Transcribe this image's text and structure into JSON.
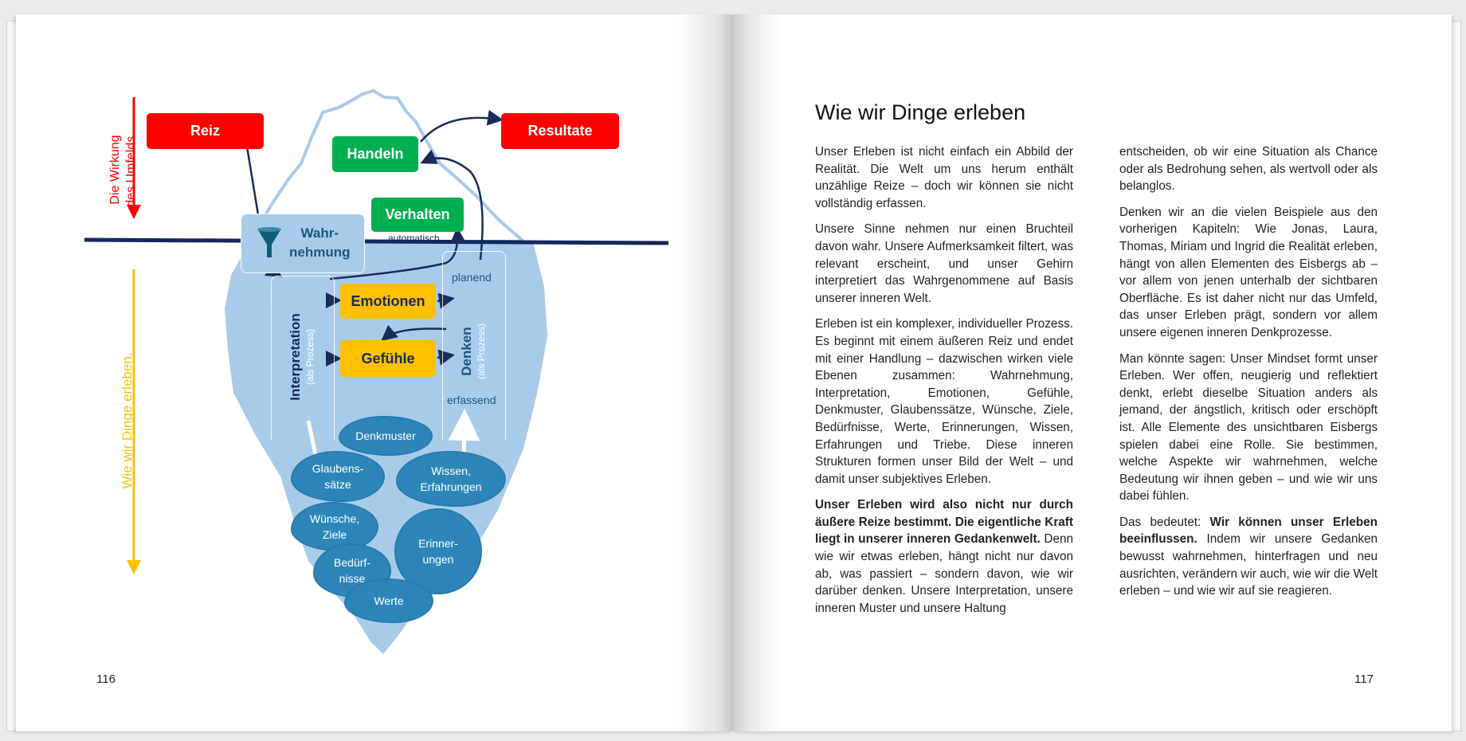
{
  "left_page": {
    "page_number": "116",
    "diagram": {
      "side_label_top": [
        "Die Wirkung",
        "des Umfelds."
      ],
      "side_label_bottom": "Wie wir Dinge erleben.",
      "reiz": "Reiz",
      "resultate": "Resultate",
      "handeln": "Handeln",
      "verhalten": "Verhalten",
      "automatisch": "automatisch",
      "wahrnehmung": [
        "Wahr-",
        "nehmung"
      ],
      "interpretation": "Interpretation",
      "interpretation_sub": "(als Prozess)",
      "emotionen": "Emotionen",
      "gefuehle": "Gefühle",
      "denken": "Denken",
      "denken_sub": "(als Prozess)",
      "planend": "planend",
      "erfassend": "erfassend",
      "clouds": {
        "denkmuster": "Denkmuster",
        "glaubenssaetze": [
          "Glaubens-",
          "sätze"
        ],
        "wissen": [
          "Wissen,",
          "Erfahrungen"
        ],
        "wuensche": [
          "Wünsche,",
          "Ziele"
        ],
        "erinnerungen": [
          "Erinner-",
          "ungen"
        ],
        "beduerfnisse": [
          "Bedürf-",
          "nisse"
        ],
        "werte": "Werte"
      },
      "colors": {
        "red": "#ff0000",
        "green": "#00b050",
        "yellow": "#ffc000",
        "navy": "#1a2a5a",
        "ice": "#a9cbea",
        "cloud": "#2e86b8"
      }
    }
  },
  "right_page": {
    "page_number": "117",
    "title": "Wie wir Dinge erleben",
    "col1": {
      "p1": "Unser Erleben ist nicht einfach ein Abbild der Realität. Die Welt um uns herum enthält unzählige Reize – doch wir können sie nicht vollständig erfassen.",
      "p2": "Unsere Sinne nehmen nur einen Bruchteil davon wahr. Unsere Aufmerksamkeit filtert, was relevant erscheint, und unser Gehirn interpretiert das Wahrgenommene auf Basis unserer inneren Welt.",
      "p3": "Erleben ist ein komplexer, individueller Prozess. Es beginnt mit einem äußeren Reiz und endet mit einer Handlung – dazwischen wirken viele Ebenen zusammen: Wahrnehmung, Interpretation, Emotionen, Gefühle, Denkmuster, Glaubenssätze, Wünsche, Ziele, Bedürfnisse, Werte, Erinnerungen, Wissen, Erfahrungen und Triebe. Diese inneren Strukturen formen unser Bild der Welt – und damit unser subjektives Erleben.",
      "p4_bold": "Unser Erleben wird also nicht nur durch äußere Reize bestimmt. Die eigentliche Kraft liegt in unserer inneren Gedankenwelt.",
      "p4_rest": " Denn wie wir etwas erleben, hängt nicht nur davon ab, was passiert – sondern davon, wie wir darüber denken. Unsere Interpretation, unsere inneren Muster und unsere Haltung"
    },
    "col2": {
      "p4_cont": "entscheiden, ob wir eine Situation als Chance oder als Bedrohung sehen, als wertvoll oder als belanglos.",
      "p5": "Denken wir an die vielen Beispiele aus den vorherigen Kapiteln: Wie Jonas, Laura, Thomas, Miriam und Ingrid die Realität erleben, hängt von allen Elementen des Eisbergs ab – vor allem von jenen unterhalb der sichtbaren Oberfläche. Es ist daher nicht nur das Umfeld, das unser Erleben prägt, sondern vor allem unsere eigenen inneren Denkprozesse.",
      "p6": "Man könnte sagen: Unser Mindset formt unser Erleben. Wer offen, neugierig und reflektiert denkt, erlebt dieselbe Situation anders als jemand, der ängstlich, kritisch oder erschöpft ist. Alle Elemente des unsichtbaren Eisbergs spielen dabei eine Rolle. Sie bestimmen, welche Aspekte wir wahrnehmen, welche Bedeutung wir ihnen geben – und wie wir uns dabei fühlen.",
      "p7_lead": "Das bedeutet: ",
      "p7_bold": "Wir können unser Erleben beeinflussen.",
      "p7_rest": " Indem wir unsere Gedanken bewusst wahrnehmen, hinterfragen und neu ausrichten, verändern wir auch, wie wir die Welt erleben – und wie wir auf sie reagieren."
    }
  }
}
